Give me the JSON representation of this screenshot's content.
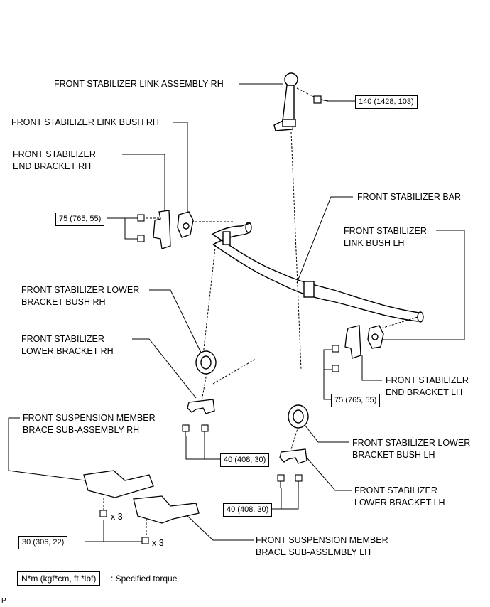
{
  "labels": {
    "link_rh": "FRONT STABILIZER LINK ASSEMBLY RH",
    "link_bush_rh": "FRONT STABILIZER LINK BUSH RH",
    "end_bracket_rh_1": "FRONT STABILIZER",
    "end_bracket_rh_2": "END BRACKET RH",
    "stab_bar": "FRONT STABILIZER BAR",
    "link_bush_lh_1": "FRONT STABILIZER",
    "link_bush_lh_2": "LINK BUSH LH",
    "lower_bush_rh_1": "FRONT STABILIZER LOWER",
    "lower_bush_rh_2": "BRACKET BUSH RH",
    "lower_bracket_rh_1": "FRONT STABILIZER",
    "lower_bracket_rh_2": "LOWER BRACKET RH",
    "end_bracket_lh_1": "FRONT STABILIZER",
    "end_bracket_lh_2": "END BRACKET LH",
    "brace_rh_1": "FRONT SUSPENSION MEMBER",
    "brace_rh_2": "BRACE SUB-ASSEMBLY RH",
    "lower_bush_lh_1": "FRONT STABILIZER LOWER",
    "lower_bush_lh_2": "BRACKET BUSH LH",
    "lower_bracket_lh_1": "FRONT STABILIZER",
    "lower_bracket_lh_2": "LOWER BRACKET LH",
    "brace_lh_1": "FRONT SUSPENSION MEMBER",
    "brace_lh_2": "BRACE SUB-ASSEMBLY LH"
  },
  "torques": {
    "link": "140 (1428, 103)",
    "end_bracket_rh": "75 (765, 55)",
    "end_bracket_lh": "75 (765, 55)",
    "lower_bracket_rh": "40 (408, 30)",
    "lower_bracket_lh": "40 (408, 30)",
    "brace": "30 (306, 22)"
  },
  "qty": {
    "brace_rh": "x 3",
    "brace_lh": "x 3"
  },
  "legend": {
    "box": "N*m (kgf*cm, ft.*lbf)",
    "text": ": Specified torque"
  },
  "corner_mark": "P"
}
